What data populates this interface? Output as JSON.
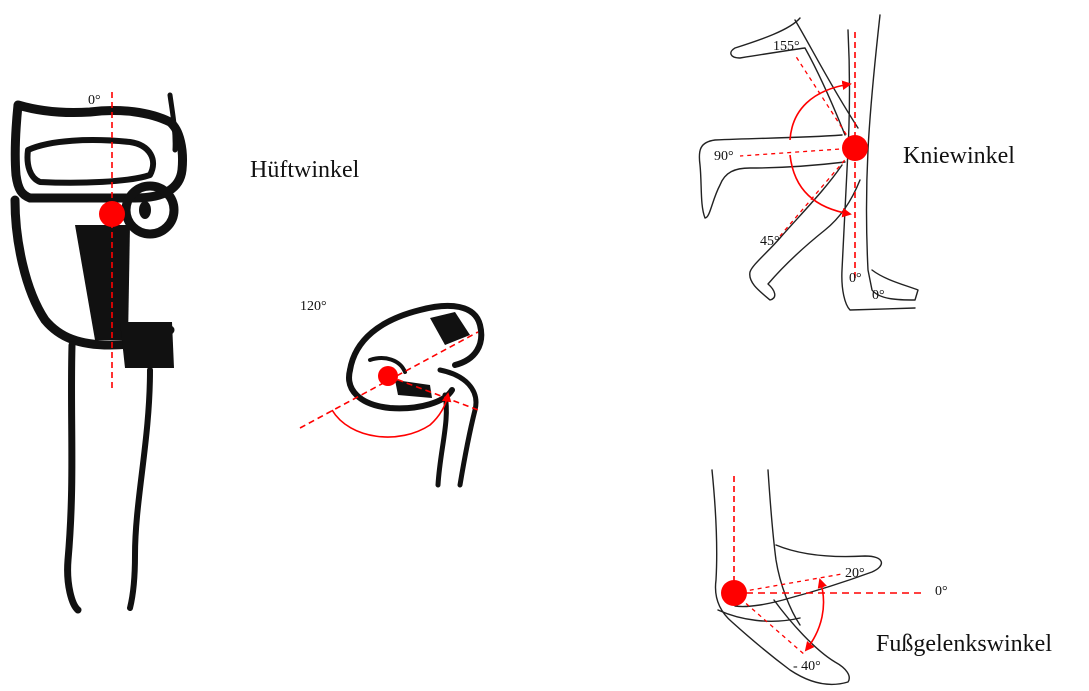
{
  "colors": {
    "marker": "#ff0000",
    "outline": "#111111",
    "background": "#ffffff"
  },
  "hip": {
    "title": "Hüftwinkel",
    "angle_zero": "0°",
    "angle_flex": "120°"
  },
  "knee": {
    "title": "Kniewinkel",
    "angle_155": "155°",
    "angle_90": "90°",
    "angle_45": "45°",
    "angle_zero_a": "0°",
    "angle_zero_b": "0°"
  },
  "ankle": {
    "title": "Fußgelenkswinkel",
    "angle_plus": "20°",
    "angle_zero": "0°",
    "angle_minus": "- 40°"
  }
}
